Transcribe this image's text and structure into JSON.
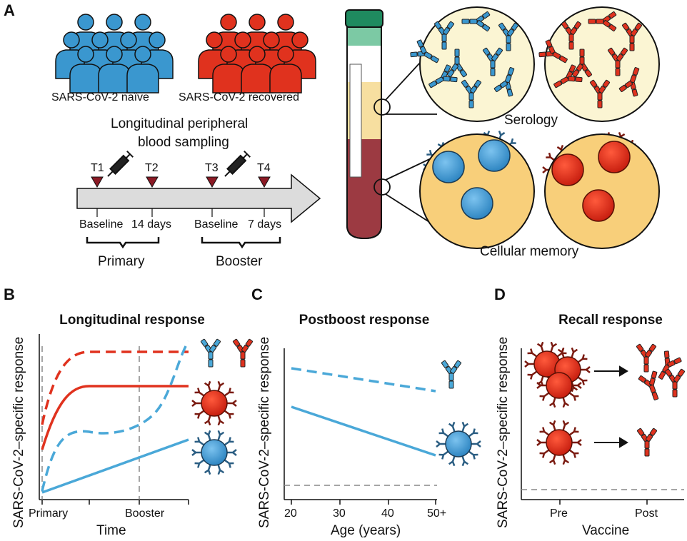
{
  "panel_a": {
    "letter": "A",
    "group_naive": "SARS-CoV-2 naïve",
    "group_recovered": "SARS-CoV-2 recovered",
    "sampling_title_line1": "Longitudinal peripheral",
    "sampling_title_line2": "blood sampling",
    "timepoints": [
      "T1",
      "T2",
      "T3",
      "T4"
    ],
    "timepoint_labels": [
      "Baseline",
      "14 days",
      "Baseline",
      "7 days"
    ],
    "phase_primary": "Primary",
    "phase_booster": "Booster",
    "serology_label": "Serology",
    "cellular_label": "Cellular memory",
    "colors": {
      "naive": "#3a97cf",
      "recovered": "#e0321e",
      "plasma": "#f7dfa0",
      "blood": "#9c3a42",
      "circle_bg": "#fbf5d3",
      "circle_bg_cells": "#f8cf7a"
    }
  },
  "panel_b": {
    "letter": "B",
    "title": "Longitudinal response",
    "ylabel": "SARS-CoV-2–specific response",
    "xlabel": "Time",
    "x_ticks": [
      "Primary",
      "Booster"
    ]
  },
  "panel_c": {
    "letter": "C",
    "title": "Postboost response",
    "ylabel": "SARS-CoV-2–specific response",
    "xlabel": "Age (years)",
    "x_ticks": [
      "20",
      "30",
      "40",
      "50+"
    ]
  },
  "panel_d": {
    "letter": "D",
    "title": "Recall response",
    "ylabel": "SARS-CoV-2–specific response",
    "xlabel": "Vaccine",
    "x_ticks": [
      "Pre",
      "Post"
    ]
  }
}
